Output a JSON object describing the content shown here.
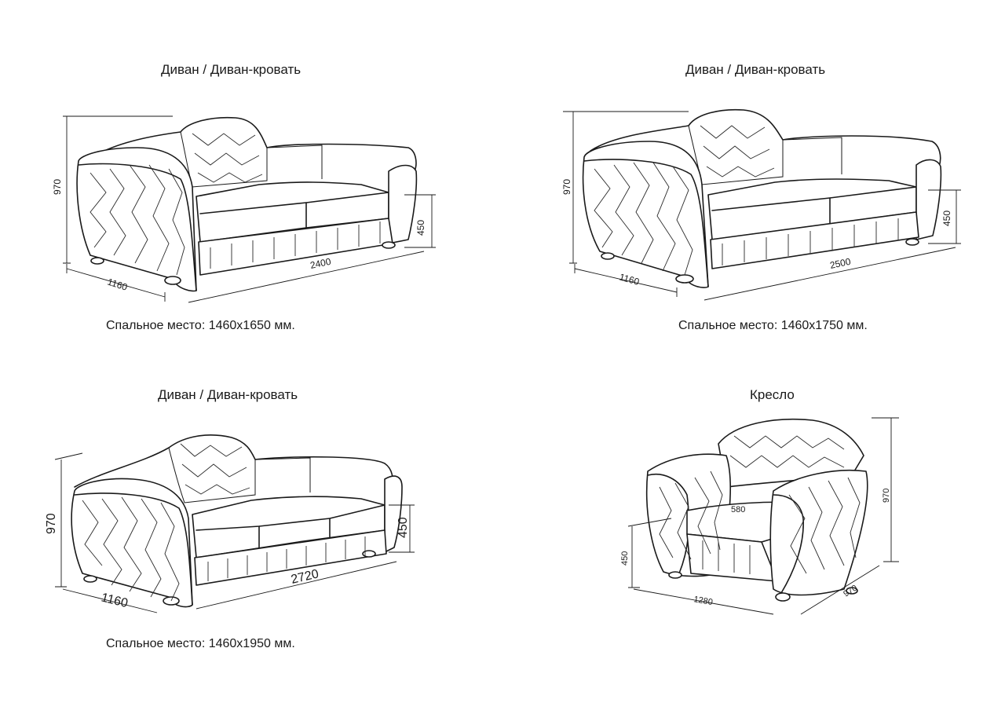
{
  "panels": [
    {
      "title": "Диван / Диван-кровать",
      "caption": "Спальное место: 1460х1650 мм.",
      "dims": {
        "height": "970",
        "seat_height": "450",
        "depth": "1160",
        "width": "2400"
      }
    },
    {
      "title": "Диван / Диван-кровать",
      "caption": "Спальное место: 1460х1750 мм.",
      "dims": {
        "height": "970",
        "seat_height": "450",
        "depth": "1160",
        "width": "2500"
      }
    },
    {
      "title": "Диван / Диван-кровать",
      "caption": "Спальное место: 1460х1950 мм.",
      "dims": {
        "height": "970",
        "seat_height": "450",
        "depth": "1160",
        "width": "2720"
      }
    },
    {
      "title": "Кресло",
      "caption": "",
      "dims": {
        "height": "970",
        "seat_height": "450",
        "depth": "970",
        "width": "1280",
        "seat_depth": "580"
      }
    }
  ]
}
